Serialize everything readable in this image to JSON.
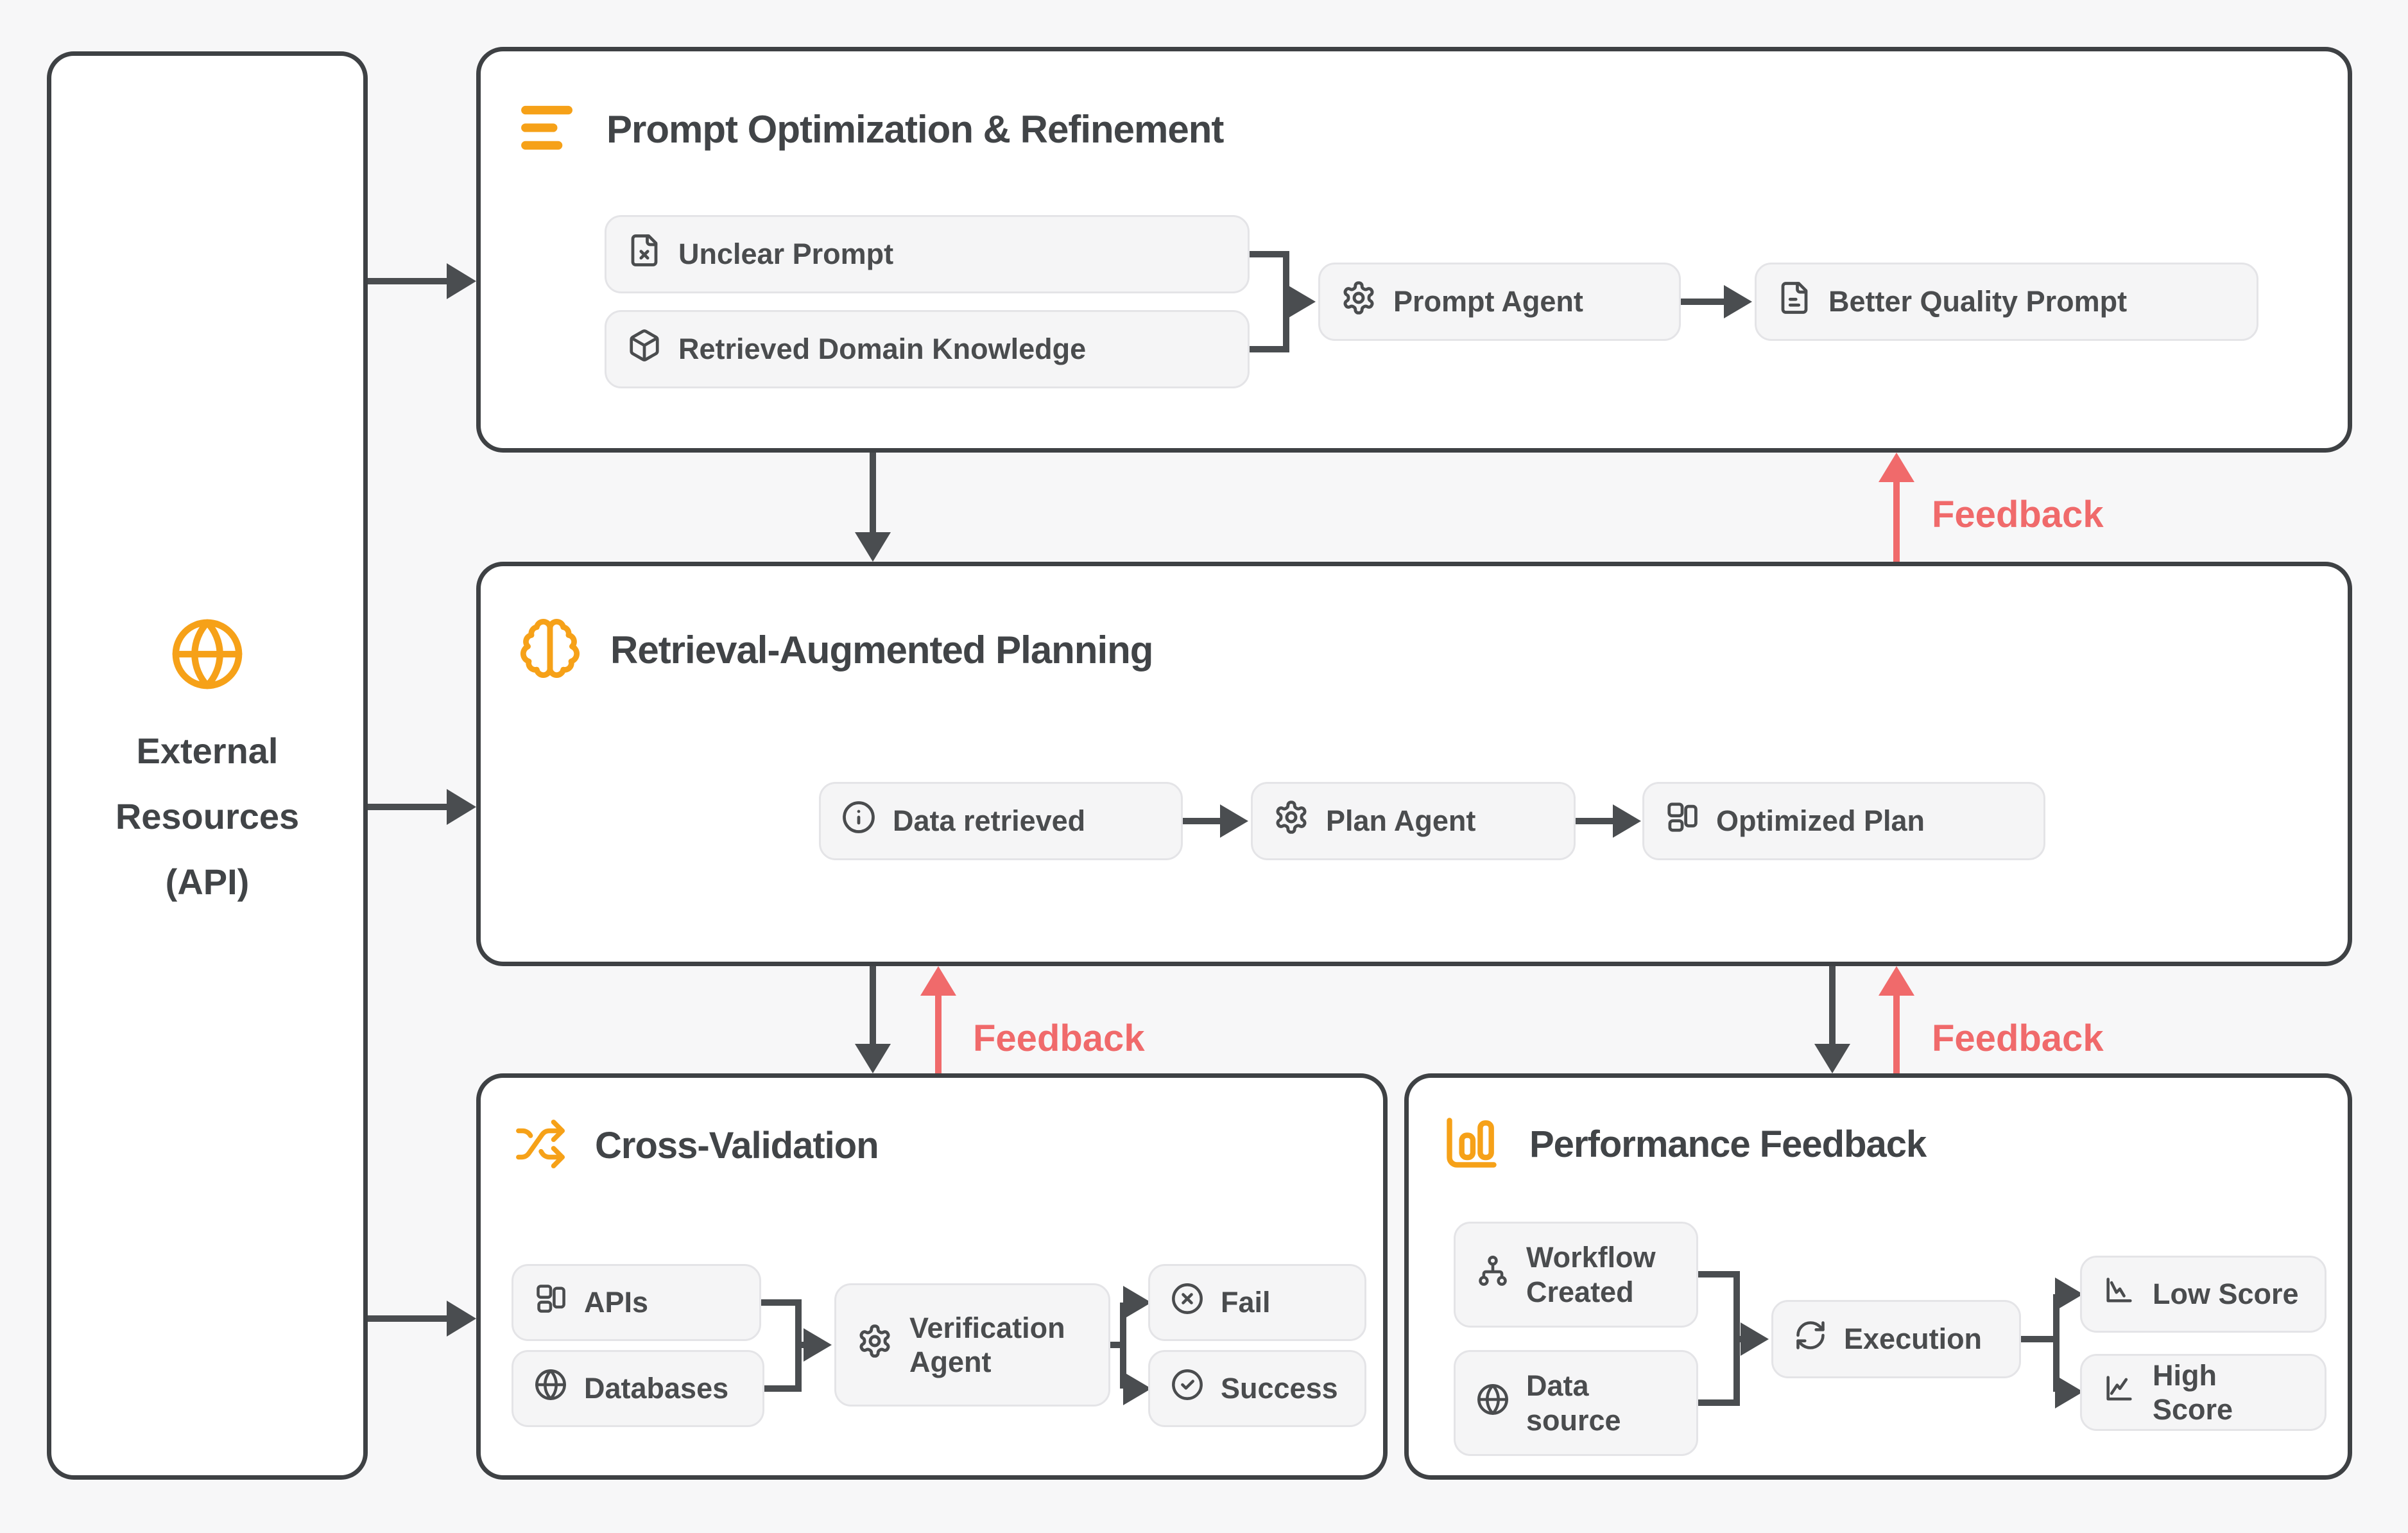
{
  "colors": {
    "accent_orange": "#F6A118",
    "feedback_pink": "#F06A6B",
    "arrow_dark": "#4A4D50",
    "box_border": "#3E4144",
    "item_bg": "#F5F5F6",
    "item_border": "#E4E4E7",
    "canvas_bg": "#F7F7F8",
    "text_dark": "#46494B"
  },
  "sidebar": {
    "lines": [
      "External",
      "Resources",
      "(API)"
    ]
  },
  "labels": {
    "feedback": "Feedback"
  },
  "boxes": {
    "prompt_optimization": {
      "title": "Prompt Optimization & Refinement",
      "unclear_prompt": "Unclear Prompt",
      "retrieved_domain_knowledge": "Retrieved Domain Knowledge",
      "prompt_agent": "Prompt Agent",
      "better_quality_prompt": "Better Quality Prompt"
    },
    "retrieval_planning": {
      "title": "Retrieval-Augmented Planning",
      "data_retrieved": "Data retrieved",
      "plan_agent": "Plan Agent",
      "optimized_plan": "Optimized Plan"
    },
    "cross_validation": {
      "title": "Cross-Validation",
      "apis": "APIs",
      "databases": "Databases",
      "verification_agent": "Verification Agent",
      "fail": "Fail",
      "success": "Success"
    },
    "performance_feedback": {
      "title": "Performance Feedback",
      "workflow_created": "Workflow Created",
      "data_source": "Data source",
      "execution": "Execution",
      "low_score": "Low Score",
      "high_score": "High Score"
    }
  }
}
